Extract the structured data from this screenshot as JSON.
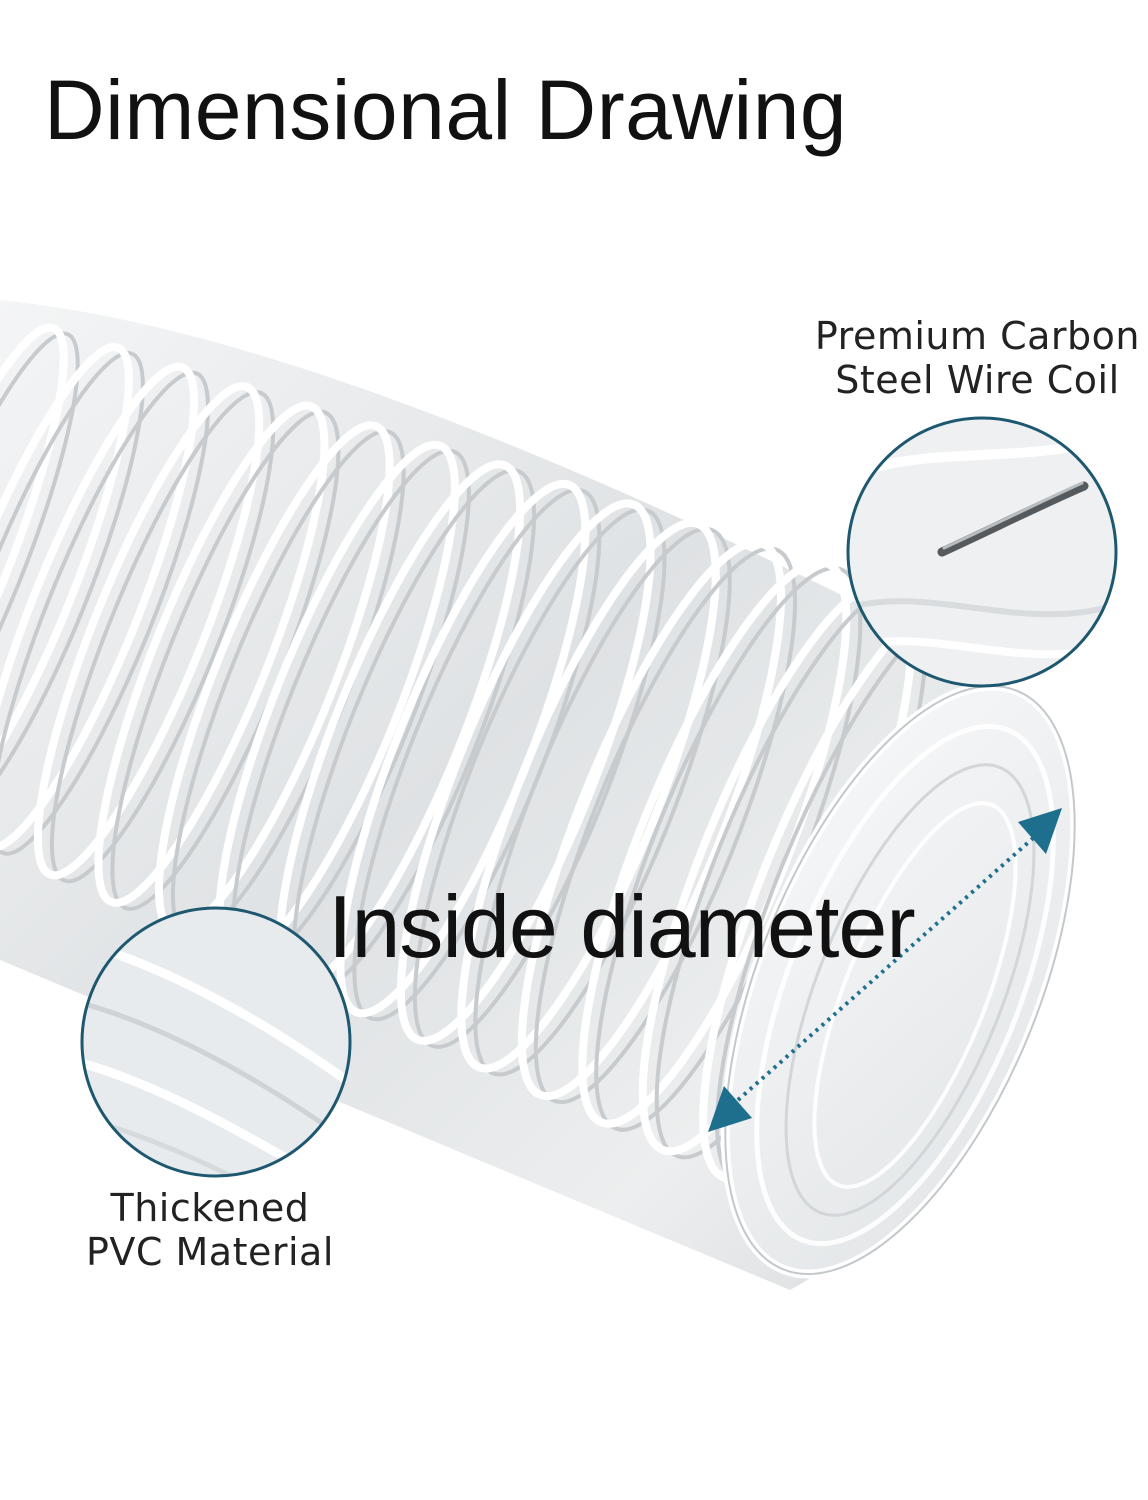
{
  "title": "Dimensional Drawing",
  "callouts": {
    "wire_coil": {
      "line1": "Premium Carbon",
      "line2": "Steel Wire Coil"
    },
    "pvc": {
      "line1": "Thickened",
      "line2": "PVC Material"
    }
  },
  "dimension_label": "Inside diameter",
  "colors": {
    "callout_ring": "#1e5870",
    "arrow": "#1e6f8e",
    "coil_wire": "#ffffff",
    "hose_shadow": "#c7cbce",
    "text": "#111111"
  }
}
